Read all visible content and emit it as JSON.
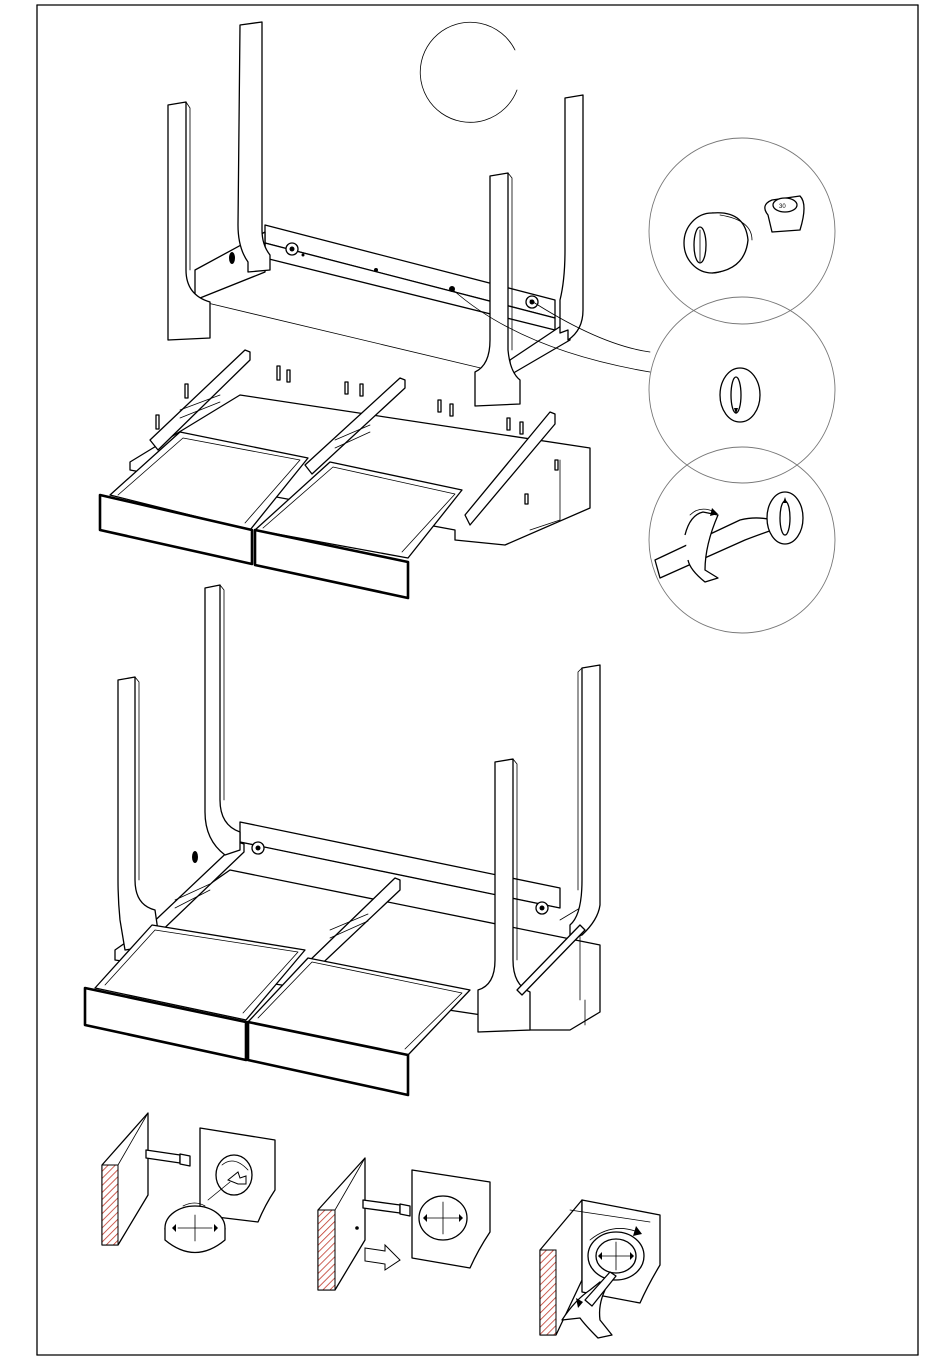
{
  "figure": {
    "type": "assembly-instruction",
    "colors": {
      "line": "#000000",
      "background": "#ffffff",
      "edge_hatch": "#c0392b"
    },
    "panels": [
      {
        "id": "exploded-top",
        "label": ""
      },
      {
        "id": "assembled-bottom",
        "label": ""
      },
      {
        "id": "detail-circles",
        "count": 3
      },
      {
        "id": "cam-lock-steps",
        "count": 3
      }
    ],
    "icons": [
      "cam-lock-icon",
      "screw-slot-icon",
      "screwdriver-icon",
      "dowel-icon",
      "push-arrow-icon",
      "rotate-arrow-icon"
    ]
  }
}
